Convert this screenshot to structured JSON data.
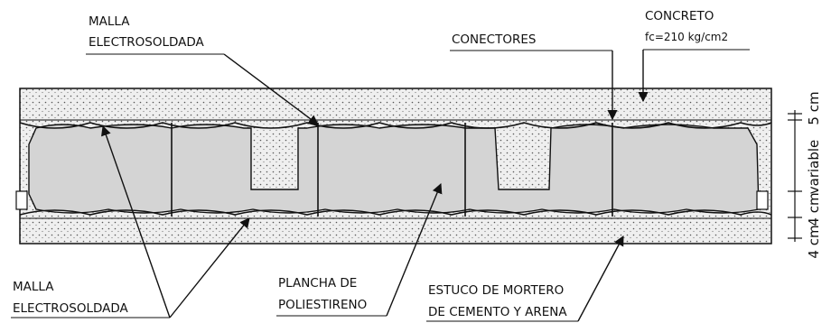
{
  "labels": {
    "malla_top_1": "MALLA",
    "malla_top_2": "ELECTROSOLDADA",
    "concreto": "CONCRETO",
    "concreto_spec": "fc=210 kg/cm2",
    "conectores": "CONECTORES",
    "malla_bottom_1": "MALLA",
    "malla_bottom_2": "ELECTROSOLDADA",
    "plancha_1": "PLANCHA DE",
    "plancha_2": "POLIESTIRENO",
    "estuco_1": "ESTUCO DE MORTERO",
    "estuco_2": "DE CEMENTO Y ARENA"
  },
  "dimensions": {
    "top": "5 cm",
    "middle": "variable",
    "bottom_a": "4 cm",
    "bottom_b": "4 cm"
  },
  "colors": {
    "concrete": "#eeeeee",
    "foam": "#d5d5d5",
    "line": "#111111"
  }
}
